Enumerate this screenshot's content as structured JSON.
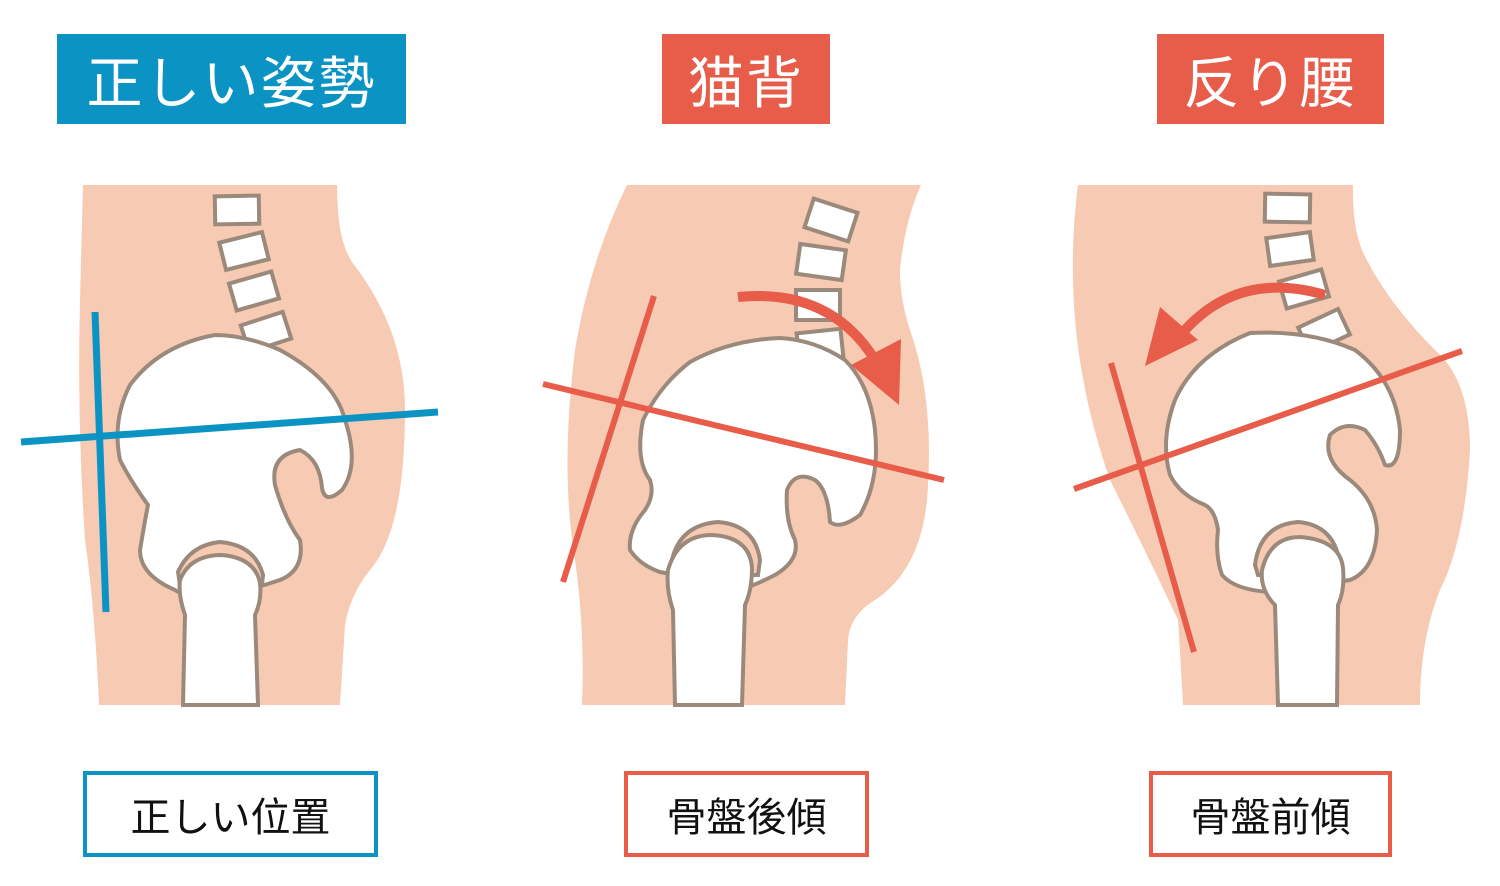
{
  "colors": {
    "correct": "#0b93c4",
    "wrong": "#e85c4a",
    "skin": "#f7cab3",
    "bone_outline": "#9b8a7c",
    "bone_fill": "#ffffff"
  },
  "panels": [
    {
      "id": "correct",
      "title": "正しい姿勢",
      "label": "正しい位置",
      "arrow": "none"
    },
    {
      "id": "posterior",
      "title": "猫背",
      "label": "骨盤後傾",
      "arrow": "clockwise"
    },
    {
      "id": "anterior",
      "title": "反り腰",
      "label": "骨盤前傾",
      "arrow": "counterclockwise"
    }
  ]
}
